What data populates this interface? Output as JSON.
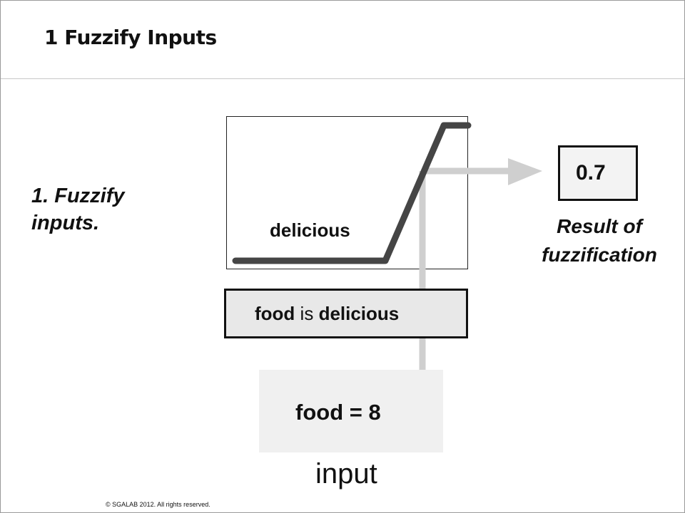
{
  "slide": {
    "title": "1 Fuzzify Inputs",
    "step_label": "1. Fuzzify inputs.",
    "copyright": "© SGALAB 2012. All rights reserved."
  },
  "membership_function": {
    "label": "delicious",
    "shape": "ramp-up"
  },
  "rule": {
    "variable": "food",
    "connector": "is",
    "term": "delicious"
  },
  "input": {
    "expression": "food = 8",
    "caption": "input"
  },
  "result": {
    "value": "0.7",
    "caption": "Result of fuzzification"
  },
  "colors": {
    "curve": "#454545",
    "connector": "#cfcfcf",
    "rule_fill": "#e8e8e8",
    "input_fill": "#f0f0f0"
  }
}
